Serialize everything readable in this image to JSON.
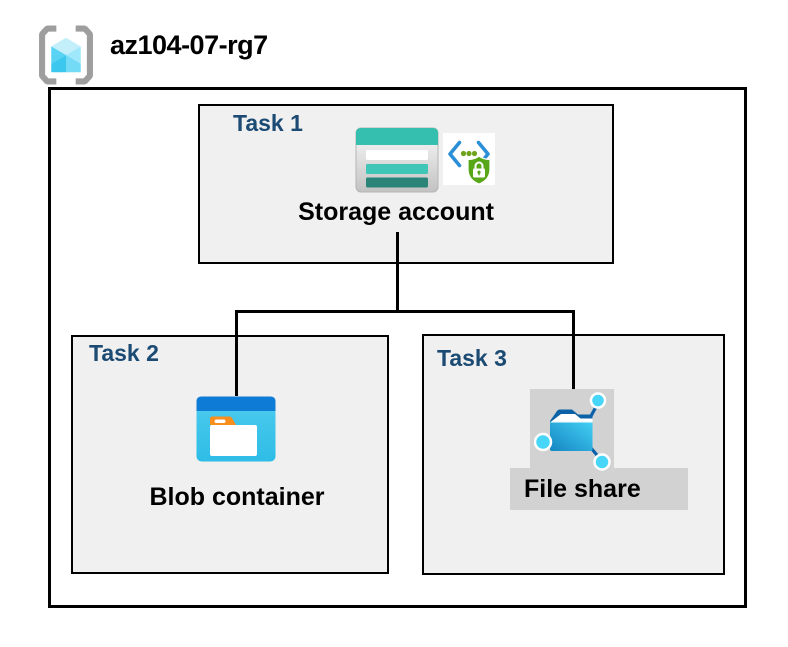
{
  "resource_group": {
    "name": "az104-07-rg7",
    "icon": "resource-group-icon"
  },
  "tasks": [
    {
      "label": "Task 1",
      "resource": "Storage account",
      "icons": [
        "storage-account-icon",
        "secure-access-icon"
      ]
    },
    {
      "label": "Task 2",
      "resource": "Blob container",
      "icons": [
        "blob-container-icon"
      ]
    },
    {
      "label": "Task 3",
      "resource": "File share",
      "icons": [
        "file-share-icon"
      ]
    }
  ],
  "connections": [
    {
      "from": "Storage account",
      "to": "Blob container"
    },
    {
      "from": "Storage account",
      "to": "File share"
    }
  ],
  "colors": {
    "task_label_blue": "#1b4a73",
    "task_box_fill": "#f0f0f0",
    "box_border": "#000000",
    "storage_teal": "#35bfae",
    "storage_teal_dark": "#2a8478",
    "blob_titlebar_blue": "#0e7cd7",
    "blob_body_cyan": "#3cc4ea",
    "folder_tab_orange": "#f78e1d",
    "fileshare_node_cyan": "#47d5f8",
    "fileshare_line_blue": "#0a61a9",
    "shield_green": "#57a718",
    "bracket_gray": "#9e9e9e",
    "selection_gray": "#d2d2d2"
  }
}
